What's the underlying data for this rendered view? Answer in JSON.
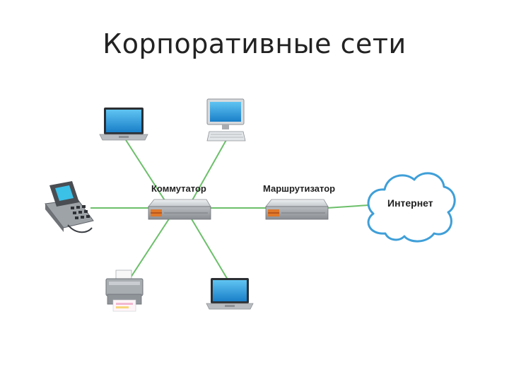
{
  "slide": {
    "title": "Корпоративные сети"
  },
  "diagram": {
    "switch_label": "Коммутатор",
    "router_label": "Маршрутизатор",
    "cloud_label": "Интернет"
  },
  "colors": {
    "link": "#6cbf6a",
    "cloud_outline": "#3f9fd8",
    "device_gray": "#c9cdd2",
    "screen_blue": "#1d8fd8"
  },
  "icons": [
    "laptop-icon",
    "desktop-computer-icon",
    "ip-phone-icon",
    "network-switch-icon",
    "router-icon",
    "internet-cloud-icon",
    "printer-icon"
  ]
}
